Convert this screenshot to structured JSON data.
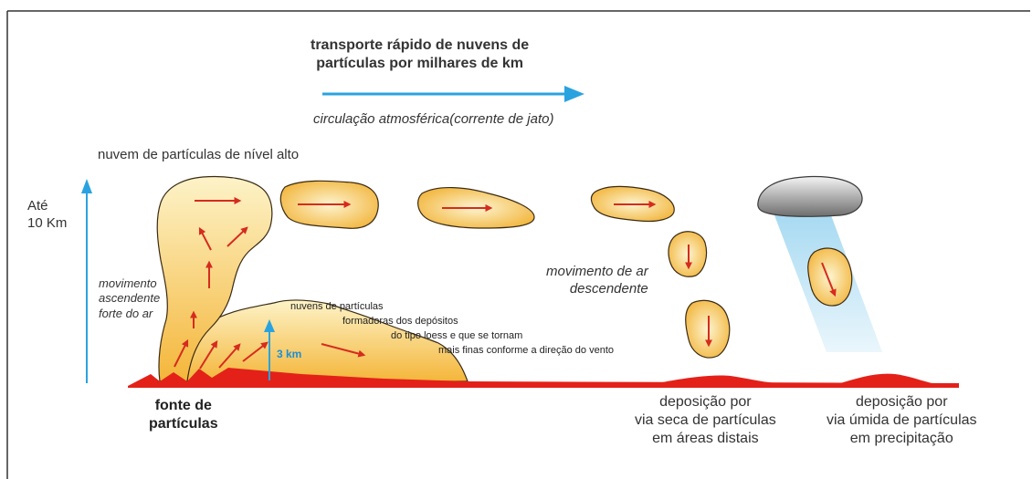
{
  "title": "transporte rápido de nuvens de\npartículas por milhares de km",
  "circulation_label": "circulação atmosférica(corrente de jato)",
  "high_cloud_label": "nuvem de partículas de nível alto",
  "altitude_label": "Até\n10 Km",
  "ascending_label": "movimento\nascendente\nforte do ar",
  "descending_label": "movimento de ar\ndescendente",
  "low_cloud_lines": [
    "nuvens de partículas",
    "formadoras dos depósitos",
    "do tipo loess e que se tornam",
    "mais finas conforme a direção do vento"
  ],
  "three_km_label": "3 km",
  "source_label": "fonte de\npartículas",
  "dry_deposition_label": "deposição por\nvia seca de partículas\nem áreas distais",
  "wet_deposition_label": "deposição por\nvia úmida de partículas\nem precipitação",
  "colors": {
    "frame": "#333333",
    "cloud_fill_top": "#fdf0bf",
    "cloud_fill_bottom": "#f5b93c",
    "cloud_stroke": "#3a2a14",
    "arrow_red": "#d62b1f",
    "arrow_blue": "#29a3e0",
    "ground_red": "#e32119",
    "rain_blue": "#bfe4f5"
  }
}
